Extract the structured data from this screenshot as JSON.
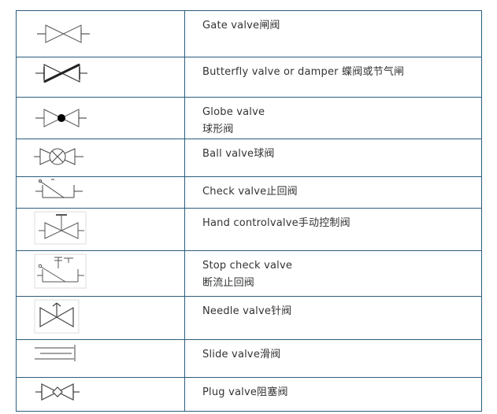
{
  "valves": [
    {
      "id": "gate",
      "icon": "gate-valve-icon",
      "lines": [
        "Gate valve闸阀"
      ]
    },
    {
      "id": "butterfly",
      "icon": "butterfly-valve-icon",
      "lines": [
        "Butterfly valve or damper 蝶阀或节气闸"
      ]
    },
    {
      "id": "globe",
      "icon": "globe-valve-icon",
      "lines": [
        "Globe valve",
        "球形阀"
      ]
    },
    {
      "id": "ball",
      "icon": "ball-valve-icon",
      "lines": [
        "Ball valve球阀"
      ]
    },
    {
      "id": "check",
      "icon": "check-valve-icon",
      "lines": [
        "Check valve止回阀"
      ]
    },
    {
      "id": "hand",
      "icon": "hand-control-valve-icon",
      "lines": [
        "Hand controlvalve手动控制阀"
      ]
    },
    {
      "id": "stopcheck",
      "icon": "stop-check-valve-icon",
      "lines": [
        "Stop check valve",
        "断流止回阀"
      ]
    },
    {
      "id": "needle",
      "icon": "needle-valve-icon",
      "lines": [
        "Needle valve针阀"
      ]
    },
    {
      "id": "slide",
      "icon": "slide-valve-icon",
      "lines": [
        "Slide valve滑阀"
      ]
    },
    {
      "id": "plug",
      "icon": "plug-valve-icon",
      "lines": [
        "Plug valve阻塞阀"
      ]
    }
  ]
}
